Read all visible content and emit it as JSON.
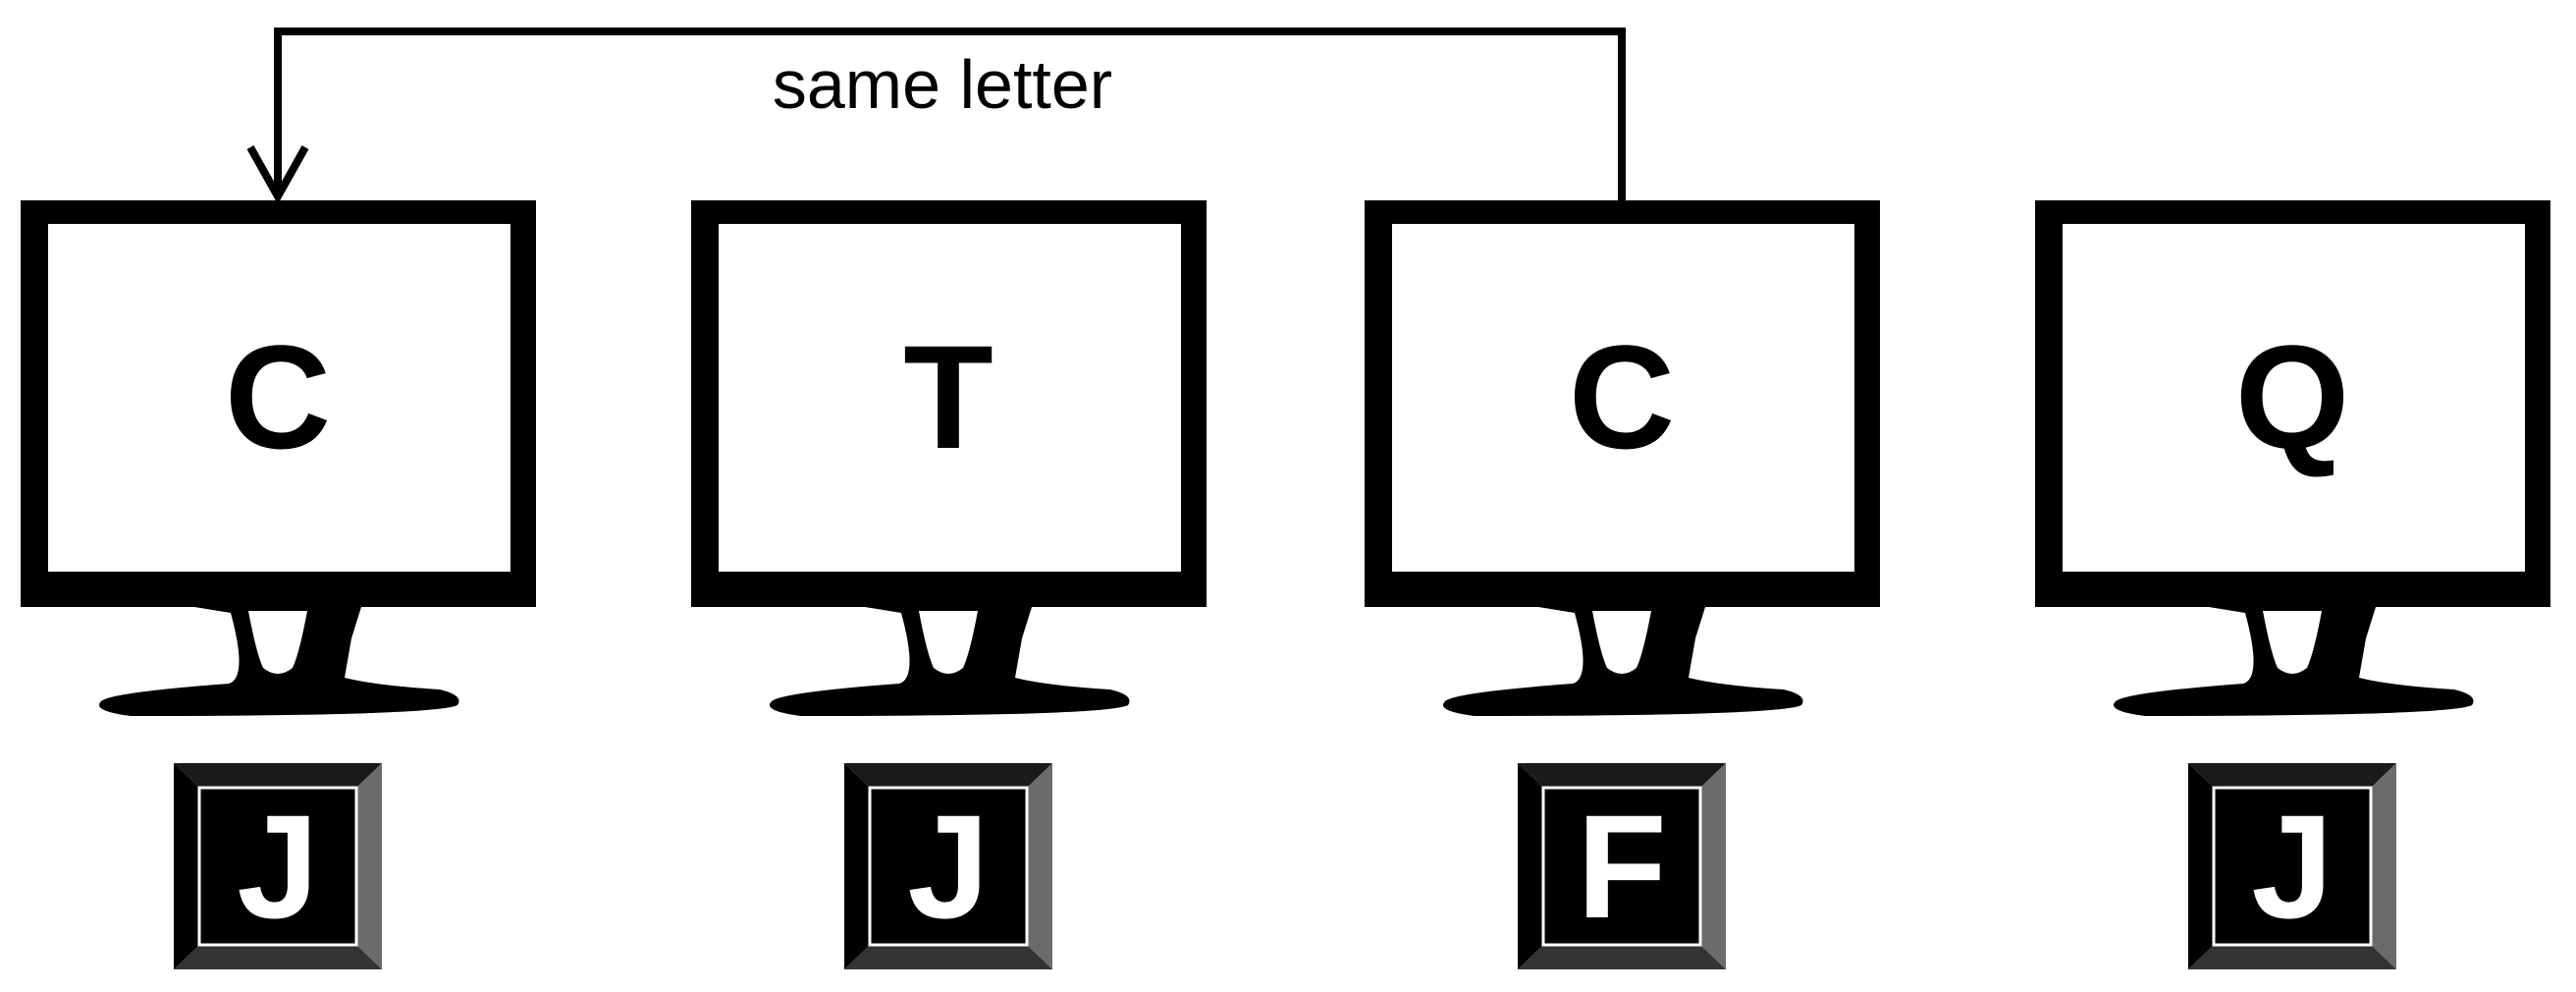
{
  "annotation": {
    "label": "same letter",
    "from_trial": 3,
    "to_trial": 1
  },
  "trials": [
    {
      "screen_letter": "C",
      "key_label": "J"
    },
    {
      "screen_letter": "T",
      "key_label": "J"
    },
    {
      "screen_letter": "C",
      "key_label": "F"
    },
    {
      "screen_letter": "Q",
      "key_label": "J"
    }
  ],
  "colors": {
    "monitor": "#000000",
    "screen": "#ffffff",
    "key_face": "#000000",
    "key_bevel_top": "#1a1a1a",
    "key_bevel_side": "#6b6b6b",
    "key_bevel_bottom": "#333333",
    "key_text": "#ffffff"
  }
}
